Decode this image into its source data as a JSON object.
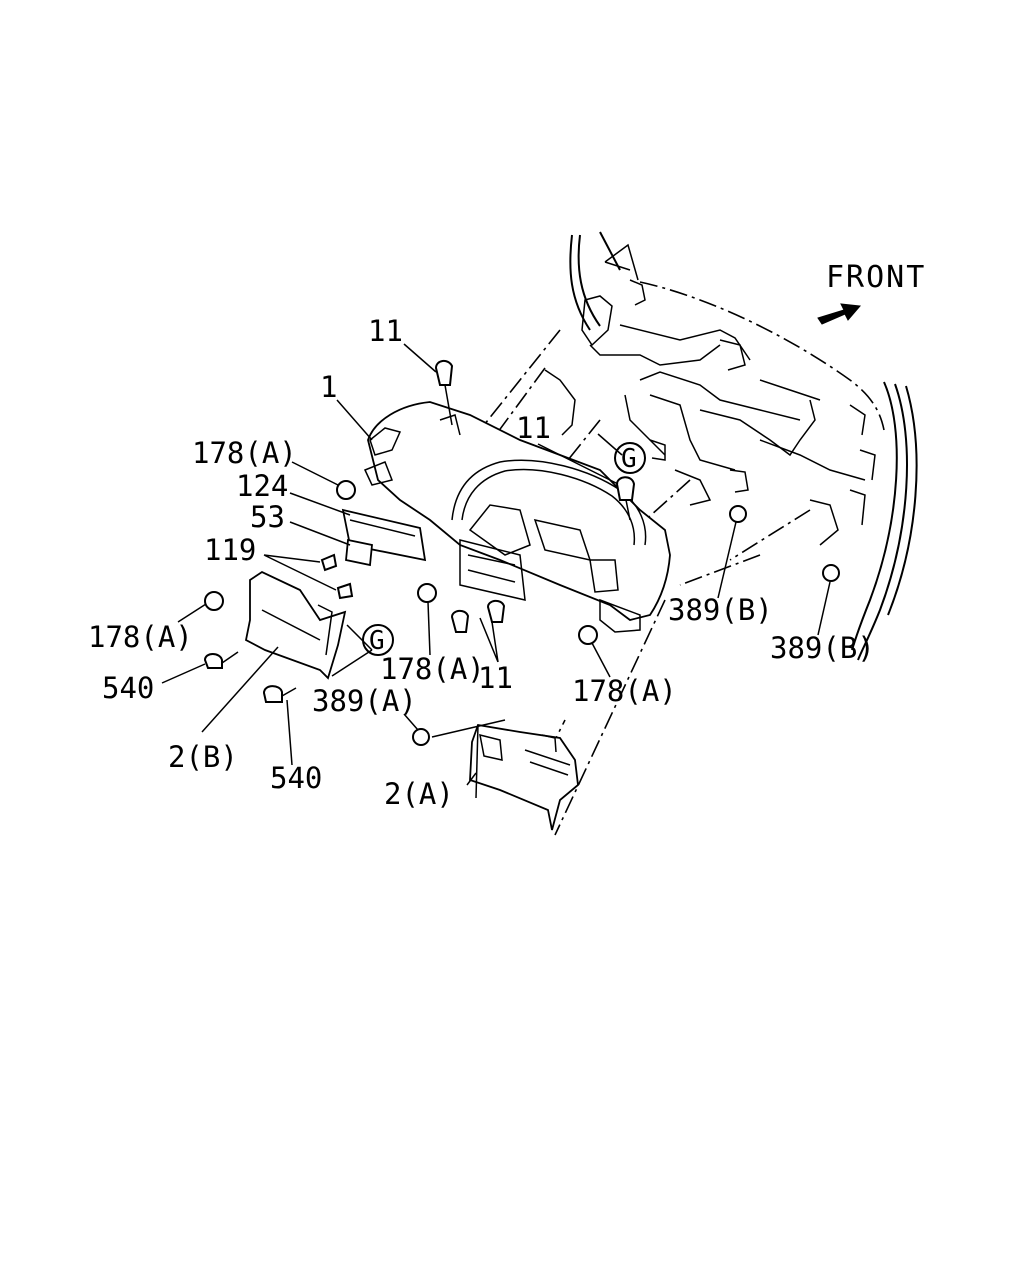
{
  "diagram": {
    "direction_label": "FRONT",
    "callouts": [
      {
        "id": "c-11-top",
        "text": "11"
      },
      {
        "id": "c-1",
        "text": "1"
      },
      {
        "id": "c-178a-1",
        "text": "178(A)"
      },
      {
        "id": "c-124",
        "text": "124"
      },
      {
        "id": "c-53",
        "text": "53"
      },
      {
        "id": "c-119",
        "text": "119"
      },
      {
        "id": "c-178a-2",
        "text": "178(A)"
      },
      {
        "id": "c-540-1",
        "text": "540"
      },
      {
        "id": "c-2b",
        "text": "2(B)"
      },
      {
        "id": "c-540-2",
        "text": "540"
      },
      {
        "id": "c-389a",
        "text": "389(A)"
      },
      {
        "id": "c-178a-3",
        "text": "178(A)"
      },
      {
        "id": "c-11-mid",
        "text": "11"
      },
      {
        "id": "c-11-bottom",
        "text": "11"
      },
      {
        "id": "c-178a-4",
        "text": "178(A)"
      },
      {
        "id": "c-2a",
        "text": "2(A)"
      },
      {
        "id": "c-389b-1",
        "text": "389(B)"
      },
      {
        "id": "c-389b-2",
        "text": "389(B)"
      }
    ],
    "reference_markers": [
      {
        "id": "g-1",
        "text": "G"
      },
      {
        "id": "g-2",
        "text": "G"
      }
    ]
  }
}
